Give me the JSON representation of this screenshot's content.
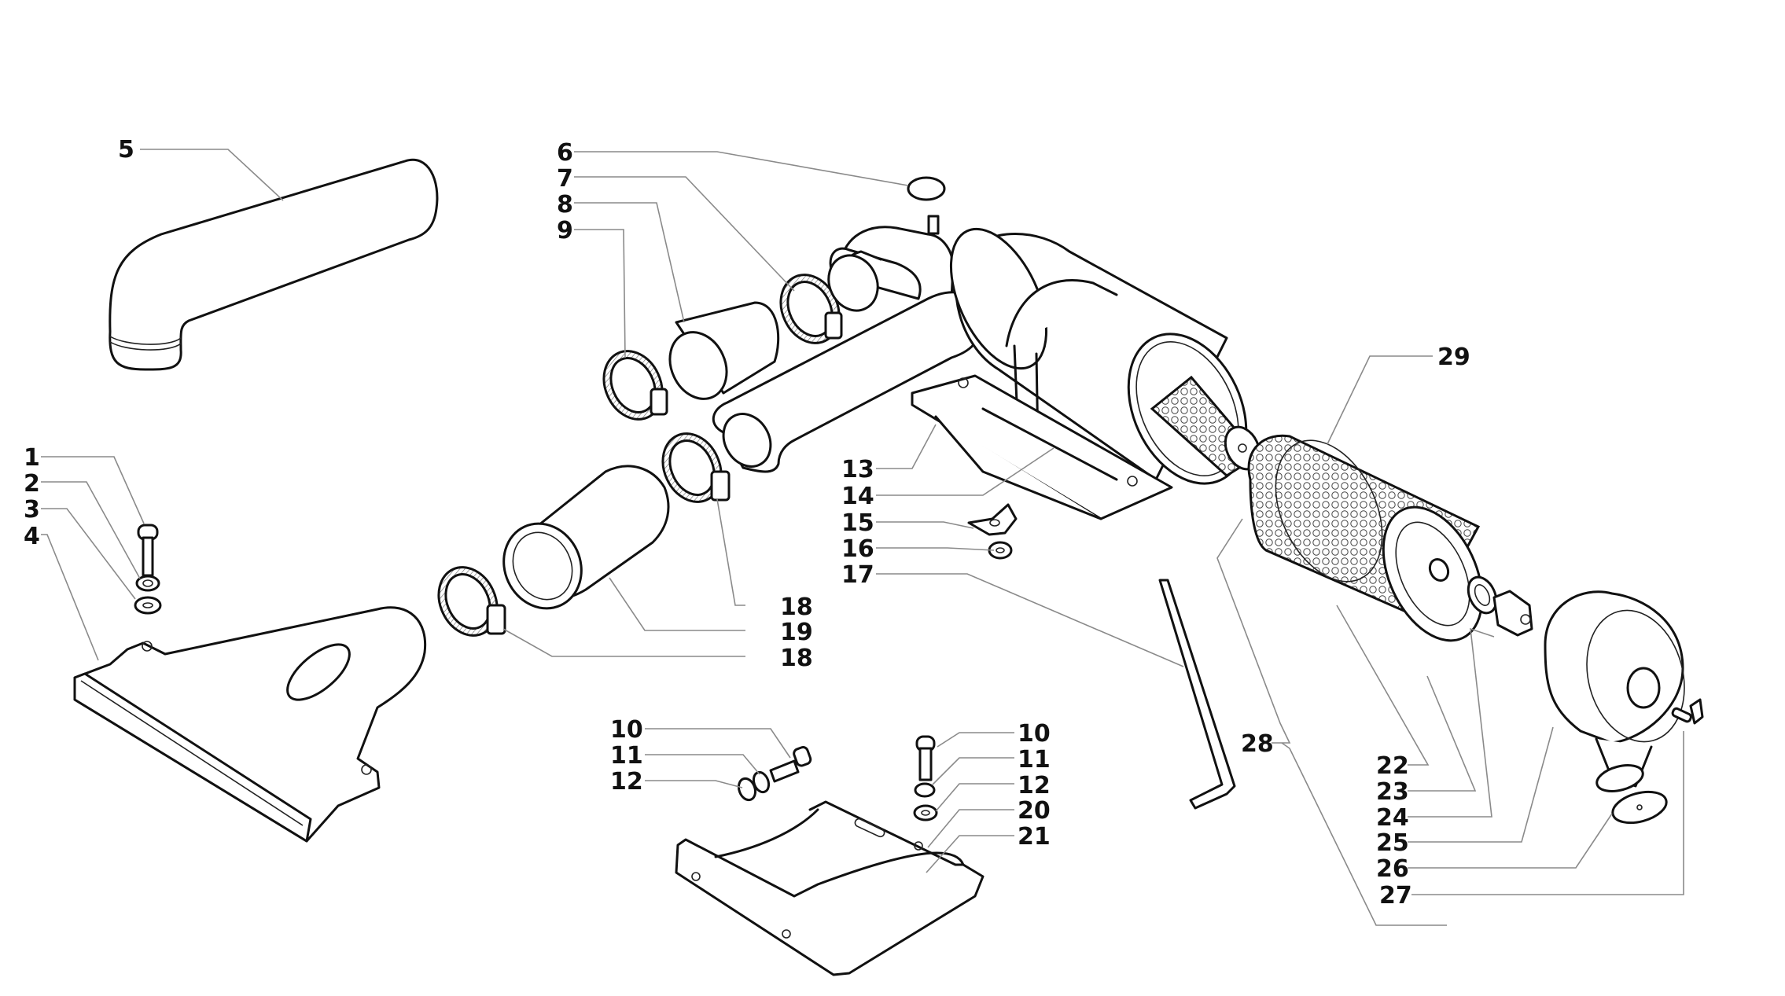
{
  "diagram": {
    "title": "Air intake / air filter assembly — exploded parts view",
    "colors": {
      "line": "#111111",
      "leader": "#8a8a8a",
      "background": "#ffffff"
    },
    "callouts": {
      "c1": "1",
      "c2": "2",
      "c3": "3",
      "c4": "4",
      "c5": "5",
      "c6": "6",
      "c7": "7",
      "c8": "8",
      "c9": "9",
      "c10a": "10",
      "c11a": "11",
      "c12a": "12",
      "c10b": "10",
      "c11b": "11",
      "c12b": "12",
      "c13": "13",
      "c14": "14",
      "c15": "15",
      "c16": "16",
      "c17": "17",
      "c18a": "18",
      "c19": "19",
      "c18b": "18",
      "c20": "20",
      "c21": "21",
      "c22": "22",
      "c23": "23",
      "c24": "24",
      "c25": "25",
      "c26": "26",
      "c27": "27",
      "c28": "28",
      "c29": "29"
    },
    "parts": [
      {
        "ref": "1",
        "icon": "bolt-icon"
      },
      {
        "ref": "2",
        "icon": "spring-washer-icon"
      },
      {
        "ref": "3",
        "icon": "flat-washer-icon"
      },
      {
        "ref": "4",
        "icon": "intake-funnel-icon"
      },
      {
        "ref": "5",
        "icon": "elbow-hose-icon"
      },
      {
        "ref": "6",
        "icon": "cap-icon"
      },
      {
        "ref": "7",
        "icon": "hose-clamp-icon"
      },
      {
        "ref": "8",
        "icon": "hose-sleeve-icon"
      },
      {
        "ref": "9",
        "icon": "hose-clamp-icon"
      },
      {
        "ref": "10",
        "icon": "bolt-icon"
      },
      {
        "ref": "11",
        "icon": "spring-washer-icon"
      },
      {
        "ref": "12",
        "icon": "flat-washer-icon"
      },
      {
        "ref": "13",
        "icon": "support-bracket-icon"
      },
      {
        "ref": "14",
        "icon": "strap-icon"
      },
      {
        "ref": "15",
        "icon": "wing-nut-icon"
      },
      {
        "ref": "16",
        "icon": "washer-icon"
      },
      {
        "ref": "17",
        "icon": "tie-rod-icon"
      },
      {
        "ref": "18",
        "icon": "hose-clamp-icon"
      },
      {
        "ref": "19",
        "icon": "hose-sleeve-icon"
      },
      {
        "ref": "20",
        "icon": "cradle-bracket-icon"
      },
      {
        "ref": "21",
        "icon": "rubber-pad-icon"
      },
      {
        "ref": "22",
        "icon": "filter-element-icon"
      },
      {
        "ref": "23",
        "icon": "filter-element-icon"
      },
      {
        "ref": "24",
        "icon": "gasket-icon"
      },
      {
        "ref": "25",
        "icon": "filter-cover-icon"
      },
      {
        "ref": "26",
        "icon": "dust-valve-icon"
      },
      {
        "ref": "27",
        "icon": "wing-screw-icon"
      },
      {
        "ref": "28",
        "icon": "filter-housing-icon"
      },
      {
        "ref": "29",
        "icon": "safety-element-icon"
      }
    ]
  }
}
